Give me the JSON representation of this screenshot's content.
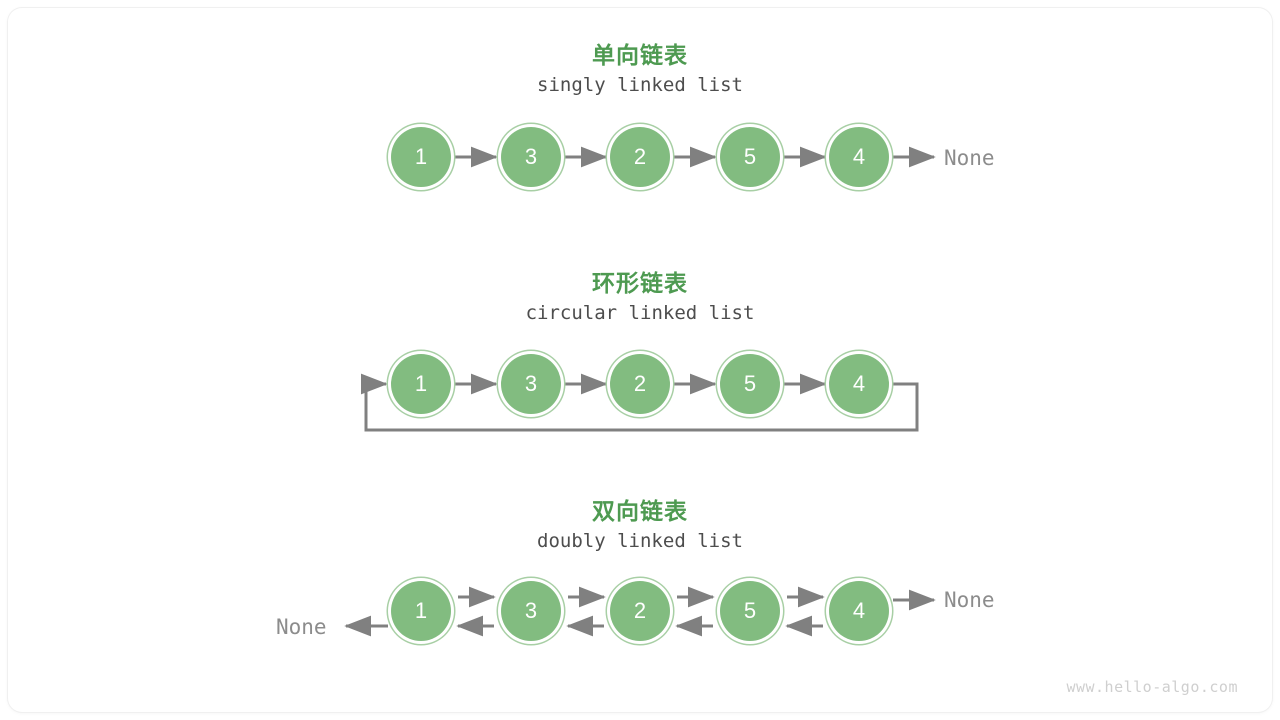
{
  "canvas": {
    "background": "#ffffff",
    "accent_green": "#4e9a51",
    "node_fill": "#82bc80",
    "node_ring": "#a8cfa5",
    "arrow_color": "#808080",
    "text_gray": "#8c8c8c"
  },
  "sections": [
    {
      "id": "singly",
      "title": "单向链表",
      "subtitle": "singly linked list",
      "nodes": [
        "1",
        "3",
        "2",
        "5",
        "4"
      ],
      "tail_label": "None",
      "head_label": null
    },
    {
      "id": "circular",
      "title": "环形链表",
      "subtitle": "circular linked list",
      "nodes": [
        "1",
        "3",
        "2",
        "5",
        "4"
      ],
      "tail_label": null,
      "head_label": null
    },
    {
      "id": "doubly",
      "title": "双向链表",
      "subtitle": "doubly linked list",
      "nodes": [
        "1",
        "3",
        "2",
        "5",
        "4"
      ],
      "tail_label": "None",
      "head_label": "None"
    }
  ],
  "watermark": "www.hello-algo.com"
}
